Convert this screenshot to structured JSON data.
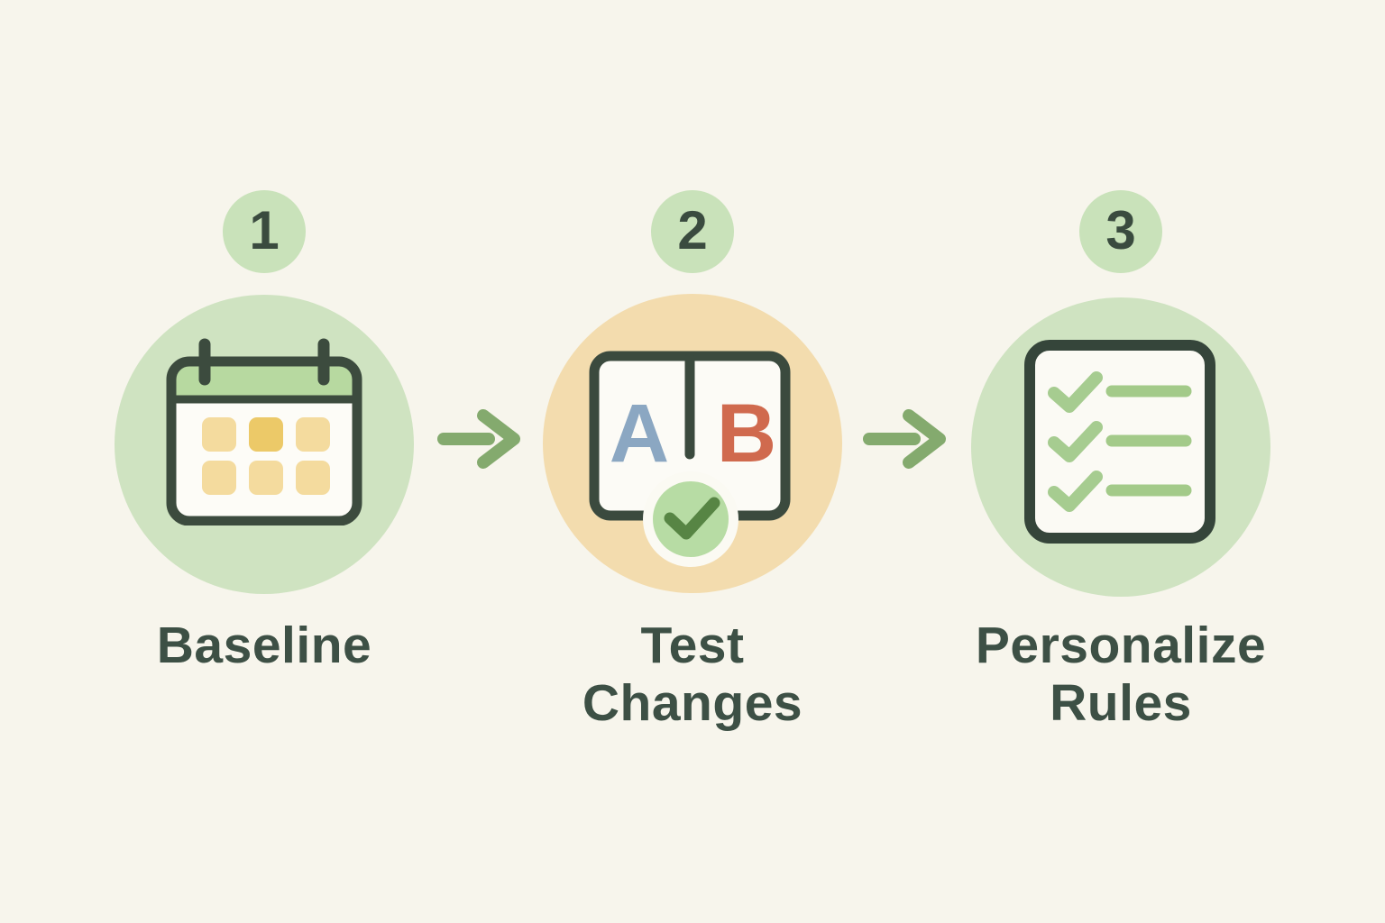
{
  "steps": [
    {
      "number": "1",
      "label": "Baseline",
      "label_line1": "Baseline",
      "label_line2": "",
      "icon": "calendar-icon",
      "circle_color": "#cfe3c1"
    },
    {
      "number": "2",
      "label": "Test Changes",
      "label_line1": "Test",
      "label_line2": "Changes",
      "icon": "ab-test-icon",
      "ab_left_letter": "A",
      "ab_right_letter": "B",
      "circle_color": "#f3dcae"
    },
    {
      "number": "3",
      "label": "Personalize Rules",
      "label_line1": "Personalize",
      "label_line2": "Rules",
      "icon": "checklist-icon",
      "circle_color": "#cfe3c1"
    }
  ],
  "connectors": [
    {
      "icon": "arrow-right-icon",
      "direction": "right"
    },
    {
      "icon": "arrow-right-icon",
      "direction": "right"
    }
  ],
  "colors": {
    "background": "#f7f5ec",
    "badge_green": "#c9e2ba",
    "step_circle_green": "#cfe3c1",
    "step_circle_tan": "#f3dcae",
    "arrow_green": "#84aa6e",
    "outline_dark": "#3b4a3e",
    "label_text": "#3d5045",
    "number_text": "#3a4b3f",
    "letter_a_blue": "#8ba7c2",
    "letter_b_orange": "#d06a4e",
    "check_dark_green": "#578544",
    "check_light_green": "#a6cc90",
    "checklist_line_green": "#a3ca89",
    "check_circle_fill": "#b7dca4",
    "calendar_header_green": "#b7d9a0",
    "calendar_day_yellow": "#f4db9e",
    "calendar_day_accent": "#ecc968",
    "card_fill": "#fcfbf6"
  }
}
